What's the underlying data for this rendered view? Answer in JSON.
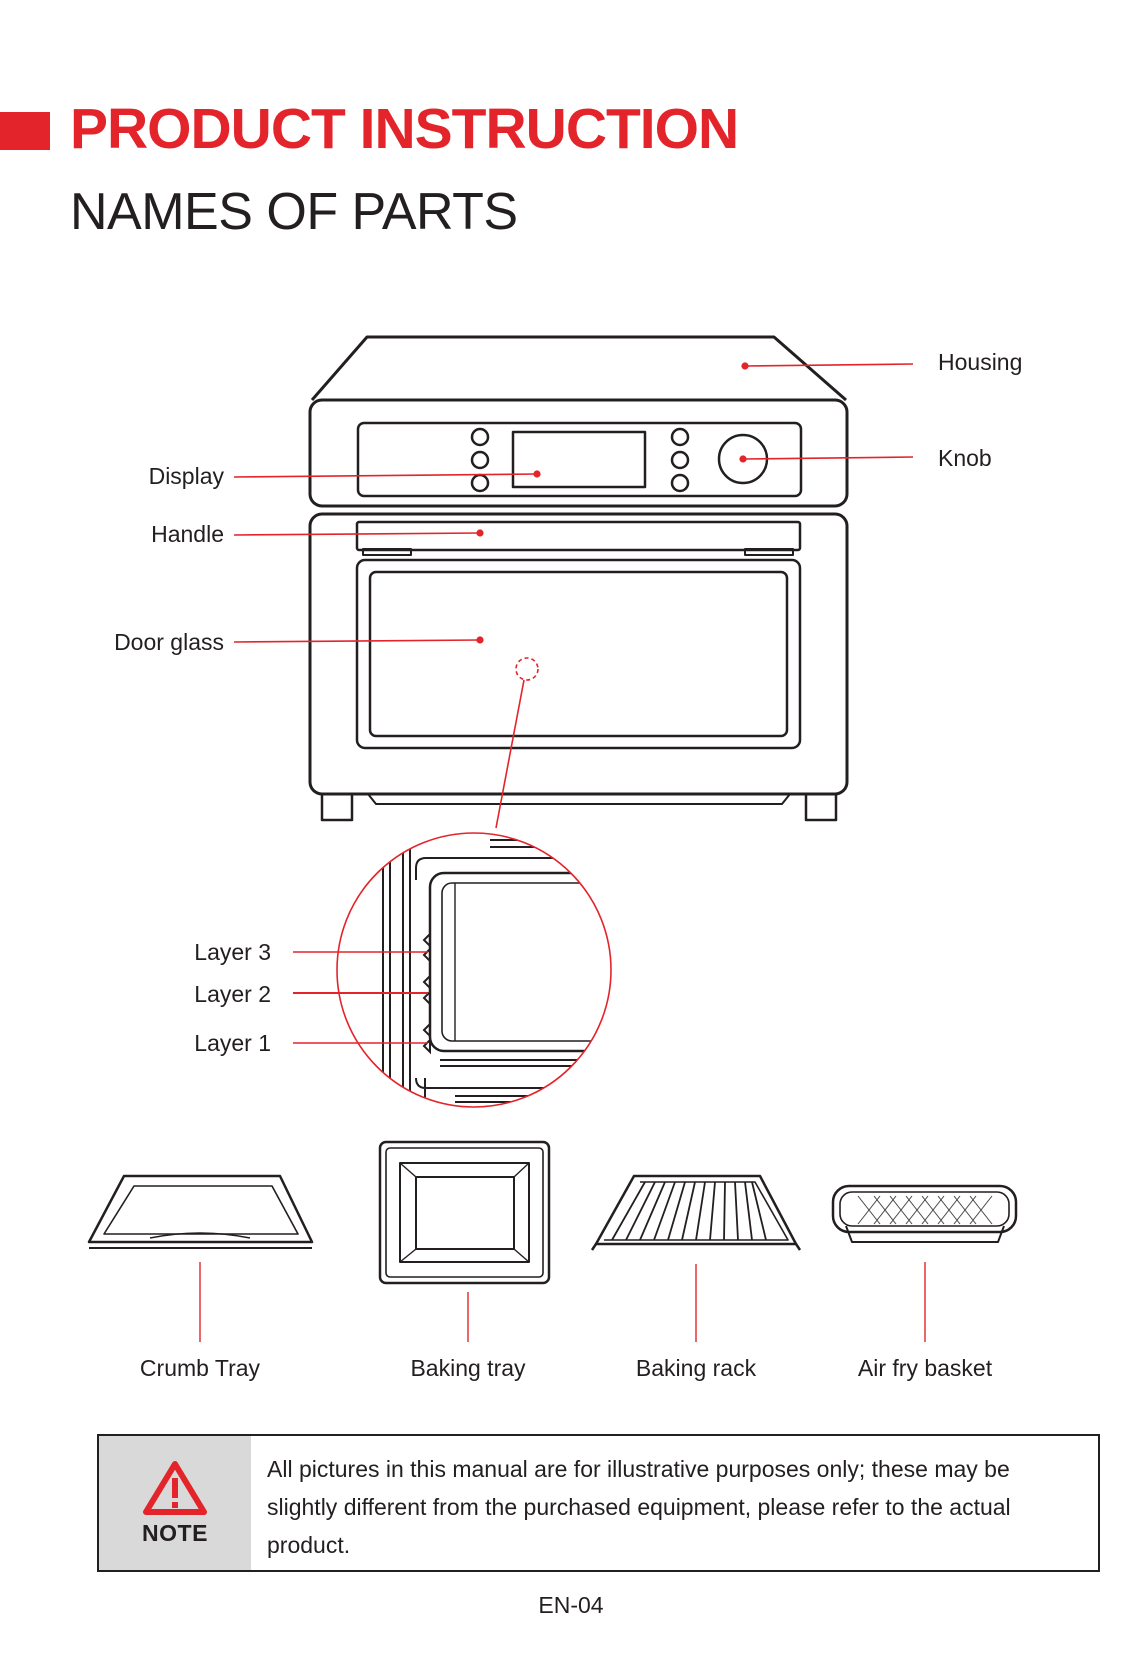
{
  "header": {
    "title": "PRODUCT INSTRUCTION",
    "subtitle": "NAMES OF PARTS"
  },
  "colors": {
    "accent": "#e3242b",
    "text": "#231f20",
    "note_background": "#d9d9d9"
  },
  "oven_labels": {
    "housing": "Housing",
    "knob": "Knob",
    "display": "Display",
    "handle": "Handle",
    "door_glass": "Door glass"
  },
  "layer_labels": {
    "layer3": "Layer 3",
    "layer2": "Layer 2",
    "layer1": "Layer 1"
  },
  "accessories": [
    {
      "label": "Crumb Tray",
      "icon": "crumb-tray-icon"
    },
    {
      "label": "Baking tray",
      "icon": "baking-tray-icon"
    },
    {
      "label": "Baking rack",
      "icon": "baking-rack-icon"
    },
    {
      "label": "Air fry basket",
      "icon": "air-fry-basket-icon"
    }
  ],
  "note": {
    "label": "NOTE",
    "icon": "warning-triangle-icon",
    "text": "All pictures in this manual are for illustrative purposes only; these may be slightly different from the purchased equipment, please refer to the actual product."
  },
  "page_number": "EN-04"
}
